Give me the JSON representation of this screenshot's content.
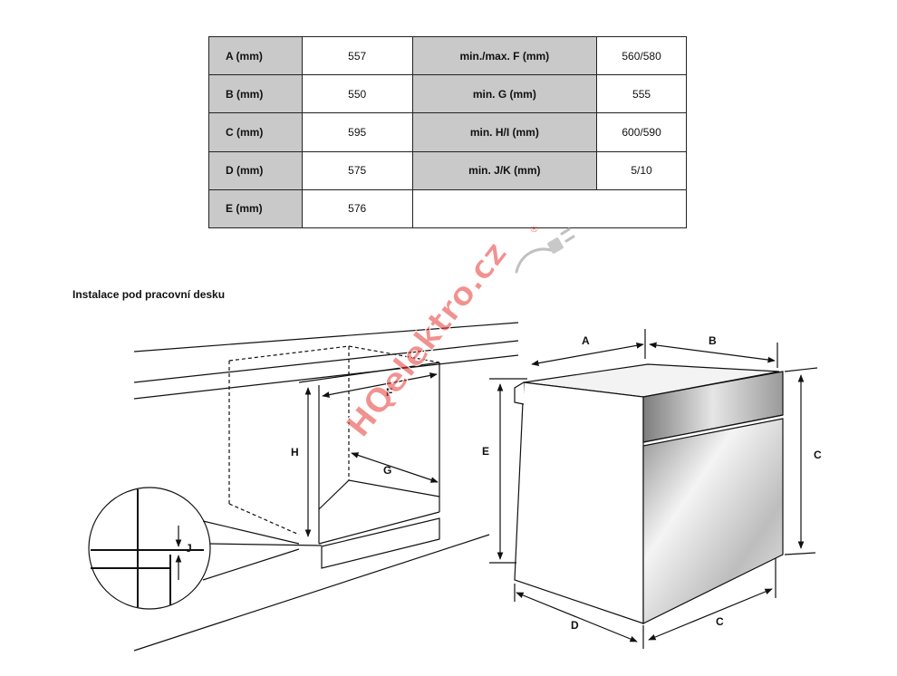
{
  "table": {
    "rows": [
      {
        "label1": "A (mm)",
        "value1": "557",
        "label2": "min./max. F (mm)",
        "value2": "560/580"
      },
      {
        "label1": "B (mm)",
        "value1": "550",
        "label2": "min. G (mm)",
        "value2": "555"
      },
      {
        "label1": "C (mm)",
        "value1": "595",
        "label2": "min. H/I (mm)",
        "value2": "600/590"
      },
      {
        "label1": "D (mm)",
        "value1": "575",
        "label2": "min. J/K (mm)",
        "value2": "5/10"
      },
      {
        "label1": "E (mm)",
        "value1": "576"
      }
    ]
  },
  "heading": "Instalace pod pracovní desku",
  "diagram": {
    "labels": {
      "a": "A",
      "b": "B",
      "c_right": "C",
      "c_bottom": "C",
      "d": "D",
      "e": "E",
      "f": "F",
      "g": "G",
      "h": "H",
      "j": "J"
    }
  },
  "watermark": {
    "text": "HQelektro.cz",
    "mark": "®"
  }
}
